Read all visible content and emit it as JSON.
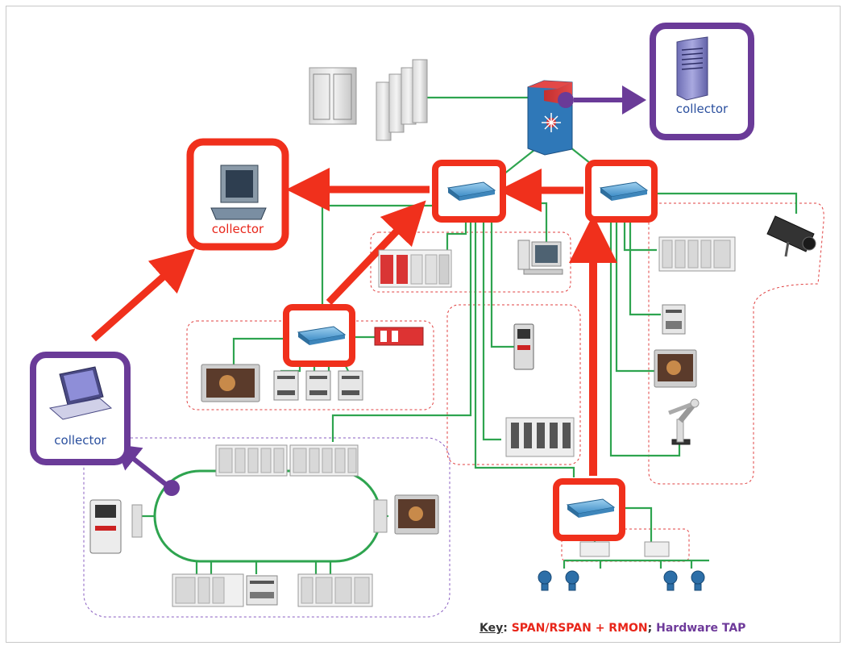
{
  "collectors": {
    "top_right": "collector",
    "left_red": "collector",
    "left_purple": "collector"
  },
  "key": {
    "label": "Key",
    "separator": ":",
    "span_label": "SPAN/RSPAN + RMON",
    "semicolon": ";",
    "tap_label": "Hardware TAP"
  },
  "colors": {
    "span": "#f0301c",
    "tap": "#6a3b98",
    "link": "#2ea44f",
    "group_outline_red": "#e04040",
    "group_outline_purple": "#8a5ec0"
  },
  "icons": [
    "server-rack-icon",
    "firewall-icon",
    "network-switch-icon",
    "desktop-computer-icon",
    "laptop-icon",
    "plc-module-icon",
    "hmi-panel-icon",
    "ip-camera-icon",
    "robot-arm-icon",
    "sensor-transmitter-icon",
    "drive-controller-icon",
    "io-block-icon",
    "collector-server-icon"
  ]
}
